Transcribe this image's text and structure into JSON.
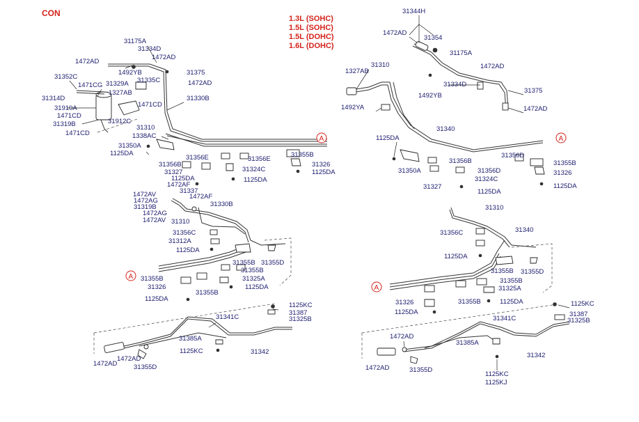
{
  "header": {
    "code": "CON"
  },
  "engines": [
    "1.3L (SOHC)",
    "1.5L (SOHC)",
    "1.5L (DOHC)",
    "1.6L (DOHC)"
  ],
  "ref_marker": "A",
  "left": {
    "top": [
      "31175A",
      "31334D",
      "1472AD",
      "1472AD",
      "1492YB",
      "31375",
      "31352C",
      "31335C",
      "1472AD",
      "1471CG",
      "31329A",
      "1327AB",
      "31314D",
      "31330B",
      "1471CD",
      "31910A",
      "1471CD",
      "31912C",
      "31319B",
      "1471CD",
      "31310",
      "1338AC",
      "31350A",
      "1125DA"
    ],
    "mid": [
      "31356E",
      "31355B",
      "31356E",
      "31326",
      "31356B",
      "31324C",
      "1125DA",
      "31327",
      "1125DA",
      "1125DA",
      "1472AF"
    ],
    "second": [
      "31337",
      "1472AV",
      "1472AF",
      "1472AG",
      "31330B",
      "31319B",
      "1472AG",
      "31310",
      "1472AV",
      "31356C",
      "31312A",
      "1125DA",
      "31355D",
      "31355B",
      "31355B",
      "31325A",
      "31355B",
      "1125DA",
      "31326",
      "31355B",
      "1125DA"
    ],
    "bottom": [
      "1125KC",
      "31387",
      "31341C",
      "31325B",
      "31385A",
      "1125KC",
      "31342",
      "1472AD",
      "1472AD",
      "31355D"
    ]
  },
  "right": {
    "top": [
      "31344H",
      "1472AD",
      "31354",
      "31175A",
      "1327AB",
      "31310",
      "1472AD",
      "31334D",
      "31375",
      "1492YB",
      "1492YA",
      "1472AD",
      "31340",
      "1125DA",
      "31356D",
      "31355B",
      "31356B",
      "31326",
      "31350A",
      "31356D",
      "31324C",
      "1125DA",
      "31327",
      "1125DA"
    ],
    "second": [
      "31310",
      "31356C",
      "31340",
      "1125DA",
      "31355B",
      "31355D",
      "31355B",
      "31325A",
      "31326",
      "31355B",
      "1125DA",
      "1125DA"
    ],
    "bottom": [
      "1125KC",
      "31387",
      "31341C",
      "31325B",
      "1472AD",
      "31385A",
      "31342",
      "1472AD",
      "31355D",
      "1125KC",
      "1125KJ"
    ]
  }
}
